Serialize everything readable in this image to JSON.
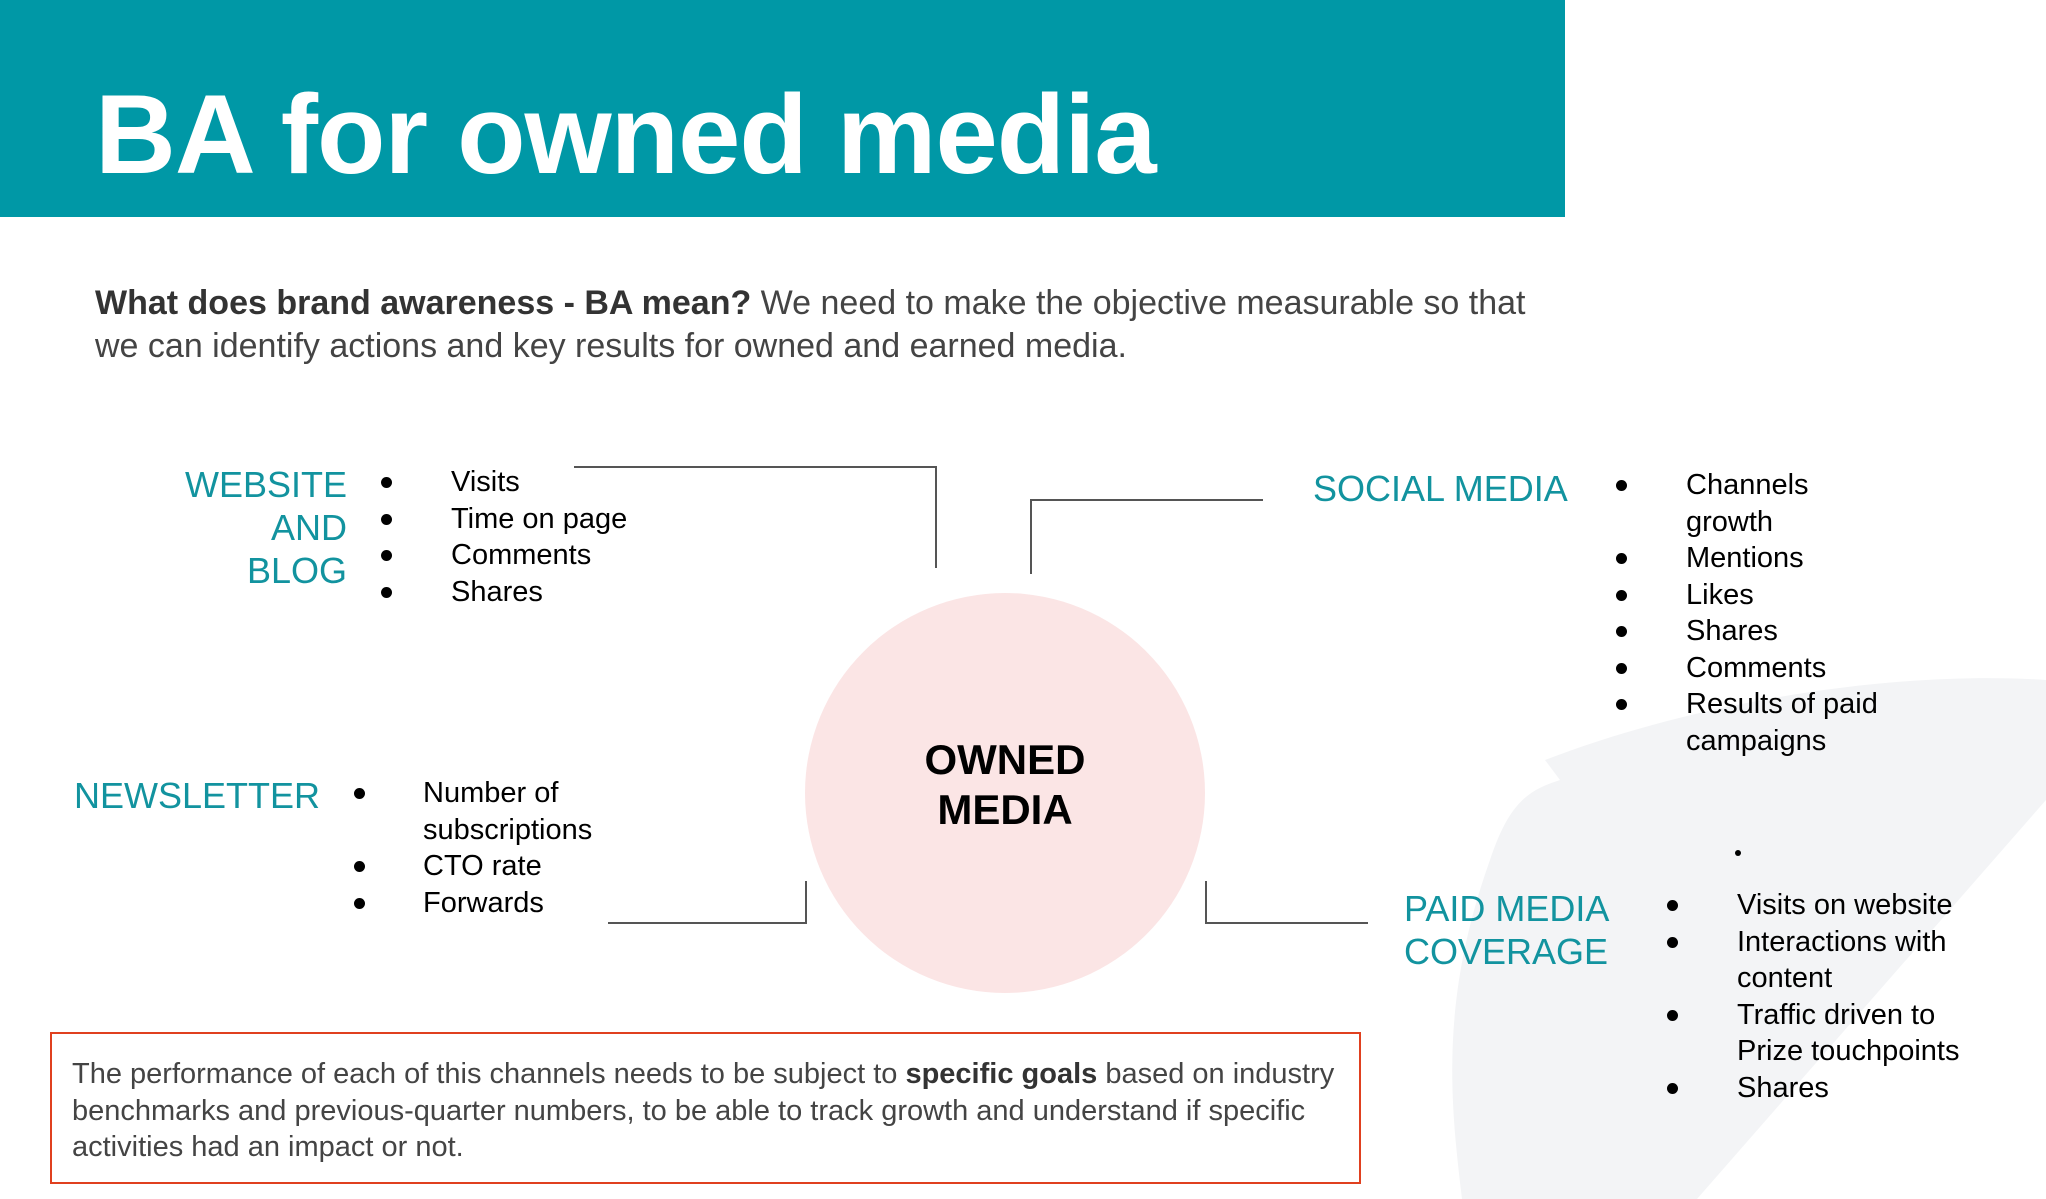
{
  "header": {
    "title": "BA for owned media",
    "color": "#0098a6"
  },
  "intro": {
    "bold": "What does brand awareness - BA mean?",
    "text": " We need to make the objective measurable so that we can identify actions and key results for owned and earned media."
  },
  "center": {
    "line1": "OWNED",
    "line2": "MEDIA"
  },
  "website": {
    "label_lines": [
      "WEBSITE",
      "AND",
      "BLOG"
    ],
    "items": [
      "Visits",
      "Time on page",
      "Comments",
      "Shares"
    ]
  },
  "social": {
    "label": "SOCIAL MEDIA",
    "items": [
      [
        "Channels",
        "growth"
      ],
      [
        "Mentions"
      ],
      [
        "Likes"
      ],
      [
        "Shares"
      ],
      [
        "Comments"
      ],
      [
        "Results of paid",
        "campaigns"
      ]
    ]
  },
  "newsletter": {
    "label": "NEWSLETTER",
    "items": [
      [
        "Number of",
        "subscriptions"
      ],
      [
        "CTO rate"
      ],
      [
        "Forwards"
      ]
    ]
  },
  "paid": {
    "label_lines": [
      "PAID MEDIA",
      "COVERAGE"
    ],
    "items": [
      [
        "Visits on website"
      ],
      [
        "Interactions with",
        "content"
      ],
      [
        "Traffic driven to",
        "Prize touchpoints"
      ],
      [
        "Shares"
      ]
    ]
  },
  "note": {
    "pre": "The performance of each of this channels needs to be subject to ",
    "bold": "specific goals",
    "post": " based on industry benchmarks and previous-quarter numbers, to be able to track growth and understand if specific activities had an impact or not."
  },
  "colors": {
    "accent": "#12939f",
    "circle": "#fbe5e5",
    "note_border": "#e0401f"
  }
}
